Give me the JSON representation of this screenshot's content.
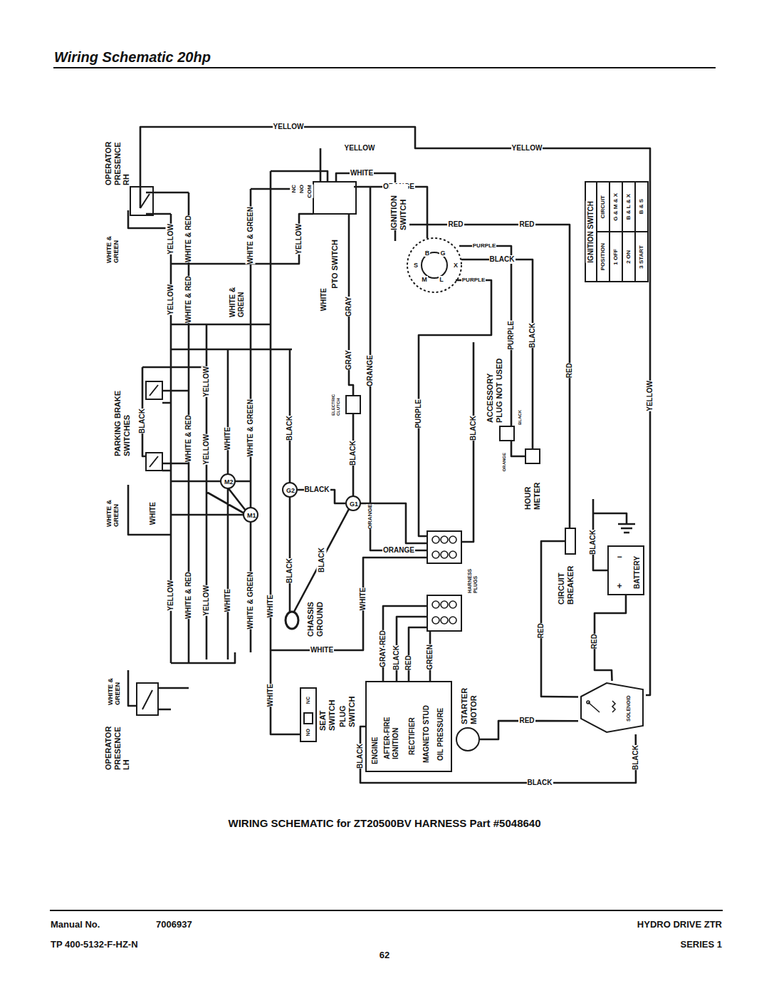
{
  "diagram": {
    "title": "Wiring Schematic 20hp",
    "caption": "WIRING SCHEMATIC for ZT20500BV HARNESS Part #5048640",
    "nodes": [
      {
        "text": [
          "M1"
        ]
      },
      {
        "text": [
          "M2"
        ]
      },
      {
        "text": [
          "G1"
        ]
      },
      {
        "text": [
          "G2"
        ]
      },
      {
        "text": [
          "ENGINE",
          "AFTER-FIRE IGNITION",
          "RECTIFIER",
          "MAGNETO STUD",
          "OIL PRESSURE"
        ]
      },
      {
        "text": [
          "STARTER MOTOR"
        ]
      },
      {
        "text": [
          "BATTERY"
        ]
      },
      {
        "text": [
          "CIRCUIT BREAKER"
        ]
      },
      {
        "text": [
          "SOLENOID"
        ]
      }
    ],
    "edges": [
      {
        "from": 3,
        "to": 2,
        "arrow": "none",
        "label": "BLACK"
      },
      {
        "from": 7,
        "to": 8,
        "arrow": "none",
        "label": "RED"
      },
      {
        "from": 6,
        "to": 8,
        "arrow": "none",
        "label": "RED"
      },
      {
        "from": 8,
        "to": 5,
        "arrow": "none",
        "label": "RED"
      },
      {
        "from": 8,
        "to": 4,
        "arrow": "none",
        "label": "BLACK"
      }
    ],
    "labels": [
      "YELLOW",
      "YELLOW",
      "YELLOW",
      "WHITE",
      "ORANGE",
      "RED",
      "RED",
      "PURPLE",
      "BLACK",
      "PURPLE",
      "IGNITION SWITCH",
      "POSITION",
      "CIRCUIT",
      "1 OFF",
      "G & M & X",
      "2 ON",
      "B & L & X",
      "3 START",
      "B & S",
      "OPERATOR PRESENCE RH",
      "WHITE & GREEN",
      "YELLOW",
      "WHITE & RED",
      "WHITE & GREEN",
      "NC",
      "NO",
      "COM",
      "PTO SWITCH",
      "YELLOW",
      "WHITE",
      "GRAY",
      "IGNITION SWITCH",
      "S",
      "B",
      "G",
      "M",
      "L",
      "X",
      "PURPLE",
      "BLACK",
      "WHITE & GREEN",
      "YELLOW",
      "WHITE & RED",
      "YELLOW",
      "BLACK",
      "PARKING BRAKE SWITCHES",
      "GRAY",
      "ELECTRIC CLUTCH",
      "ORANGE",
      "ACCESSORY PLUG NOT USED",
      "RED",
      "YELLOW",
      "WHITE & RED",
      "YELLOW",
      "WHITE",
      "WHITE & GREEN",
      "BLACK",
      "BLACK",
      "PURPLE",
      "BLACK",
      "BLACK",
      "ORANGE",
      "HOUR METER",
      "WHITE & GREEN",
      "WHITE",
      "BLACK",
      "ORANGE",
      "BLACK",
      "ORANGE",
      "HARNESS PLUGS",
      "CHASSIS GROUND",
      "YELLOW",
      "WHITE & RED",
      "YELLOW",
      "WHITE",
      "WHITE & GREEN",
      "WHITE",
      "BLACK",
      "WHITE",
      "WHITE",
      "GRAY-RED",
      "BLACK",
      "RED",
      "GREEN",
      "WHITE & GREEN",
      "WHITE",
      "SEAT SWITCH",
      "PLUG SWITCH",
      "NC",
      "NO",
      "BLACK",
      "BLACK",
      "OPERATOR PRESENCE LH",
      "−",
      "+",
      "Manual No.",
      "7006937",
      "HYDRO DRIVE ZTR",
      "TP 400-5132-F-HZ-N",
      "62",
      "SERIES 1"
    ]
  }
}
